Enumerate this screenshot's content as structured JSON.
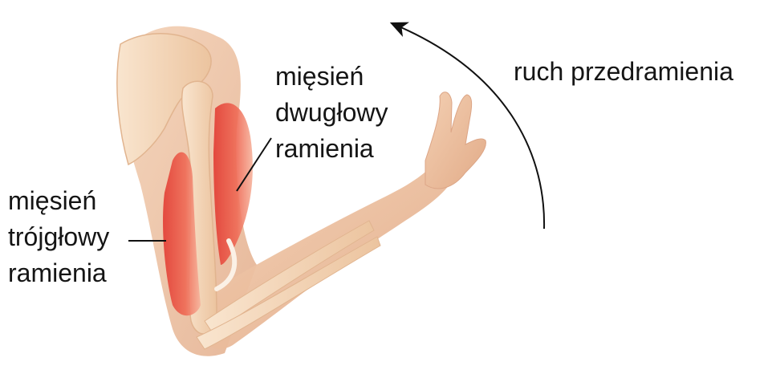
{
  "labels": {
    "biceps": [
      "mięsień",
      "dwugłowy",
      "ramienia"
    ],
    "triceps": [
      "mięsień",
      "trójgłowy",
      "ramienia"
    ],
    "motion": "ruch przedramienia"
  },
  "colors": {
    "skin": "#f0c6a4",
    "skin_shadow": "#d9a17f",
    "bone": "#f7dcc0",
    "bone_shadow": "#e7b892",
    "muscle": "#e8413a",
    "muscle_light": "#f07a63",
    "tendon": "#fbf1e6",
    "line": "#111111"
  }
}
